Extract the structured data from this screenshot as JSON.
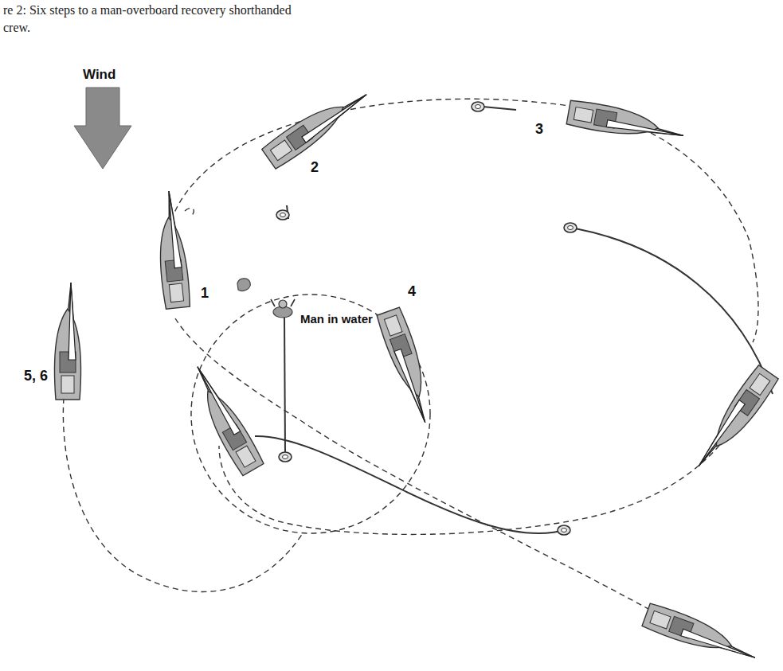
{
  "diagram": {
    "caption": "re 2: Six steps to a man-overboard recovery shorthanded crew.",
    "labels": [
      "Wind",
      "1",
      "2",
      "3",
      "4",
      "5, 6",
      "Man in water"
    ]
  }
}
